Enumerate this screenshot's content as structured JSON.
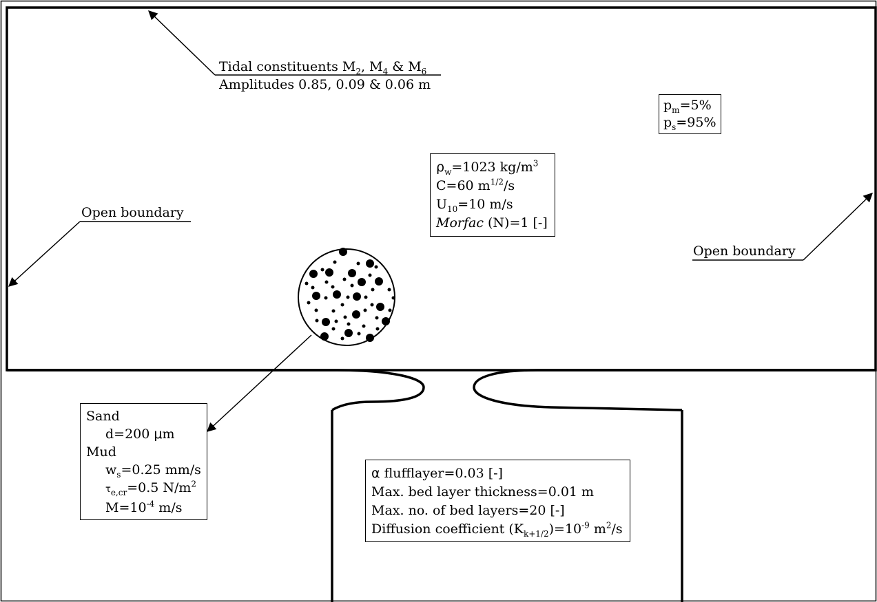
{
  "tidal": {
    "line1_prefix": "Tidal constituents M",
    "m2_sub": "2",
    "sep1": ", M",
    "m4_sub": "4",
    "sep2": " & M",
    "m6_sub": "6",
    "line2": "Amplitudes 0.85, 0.09 & 0.06 m"
  },
  "open_boundary_left": "Open boundary",
  "open_boundary_right": "Open boundary",
  "fractions": {
    "pm_base": "p",
    "pm_sub": "m",
    "pm_value": "=5%",
    "ps_base": "p",
    "ps_sub": "s",
    "ps_value": "=95%"
  },
  "physics": {
    "rho_symbol": "ρ",
    "rho_sub": "w",
    "rho_value": "=1023 kg/m",
    "rho_sup": "3",
    "chezy_value": "C=60 m",
    "chezy_sup": "1/2",
    "chezy_unit": "/s",
    "wind_base": "U",
    "wind_sub": "10",
    "wind_value": "=10 m/s",
    "morfac_label": "Morfac",
    "morfac_value": " (N)=1 [-]"
  },
  "sediment": {
    "sand_label": "Sand",
    "sand_d": "d=200 ",
    "mu_symbol": "μ",
    "sand_d_unit": "m",
    "mud_label": "Mud",
    "ws_base": "w",
    "ws_sub": "s",
    "ws_value": "=0.25 mm/s",
    "tau_symbol": "τ",
    "tau_sub": "e,cr",
    "tau_value": "=0.5 N/m",
    "tau_sup": "2",
    "m_value": "M=10",
    "m_sup": "-4",
    "m_unit": " m/s"
  },
  "bed": {
    "alpha_symbol": "α",
    "alpha_value": " flufflayer=0.03 [-]",
    "thickness": "Max. bed layer thickness=0.01 m",
    "layers": "Max. no. of bed layers=20 [-]",
    "diff_prefix": "Diffusion coefficient (K",
    "diff_sub": "k+1/2",
    "diff_mid": ")=10",
    "diff_sup": "-9",
    "diff_unit": " m",
    "diff_sup2": "2",
    "diff_tail": "/s"
  }
}
